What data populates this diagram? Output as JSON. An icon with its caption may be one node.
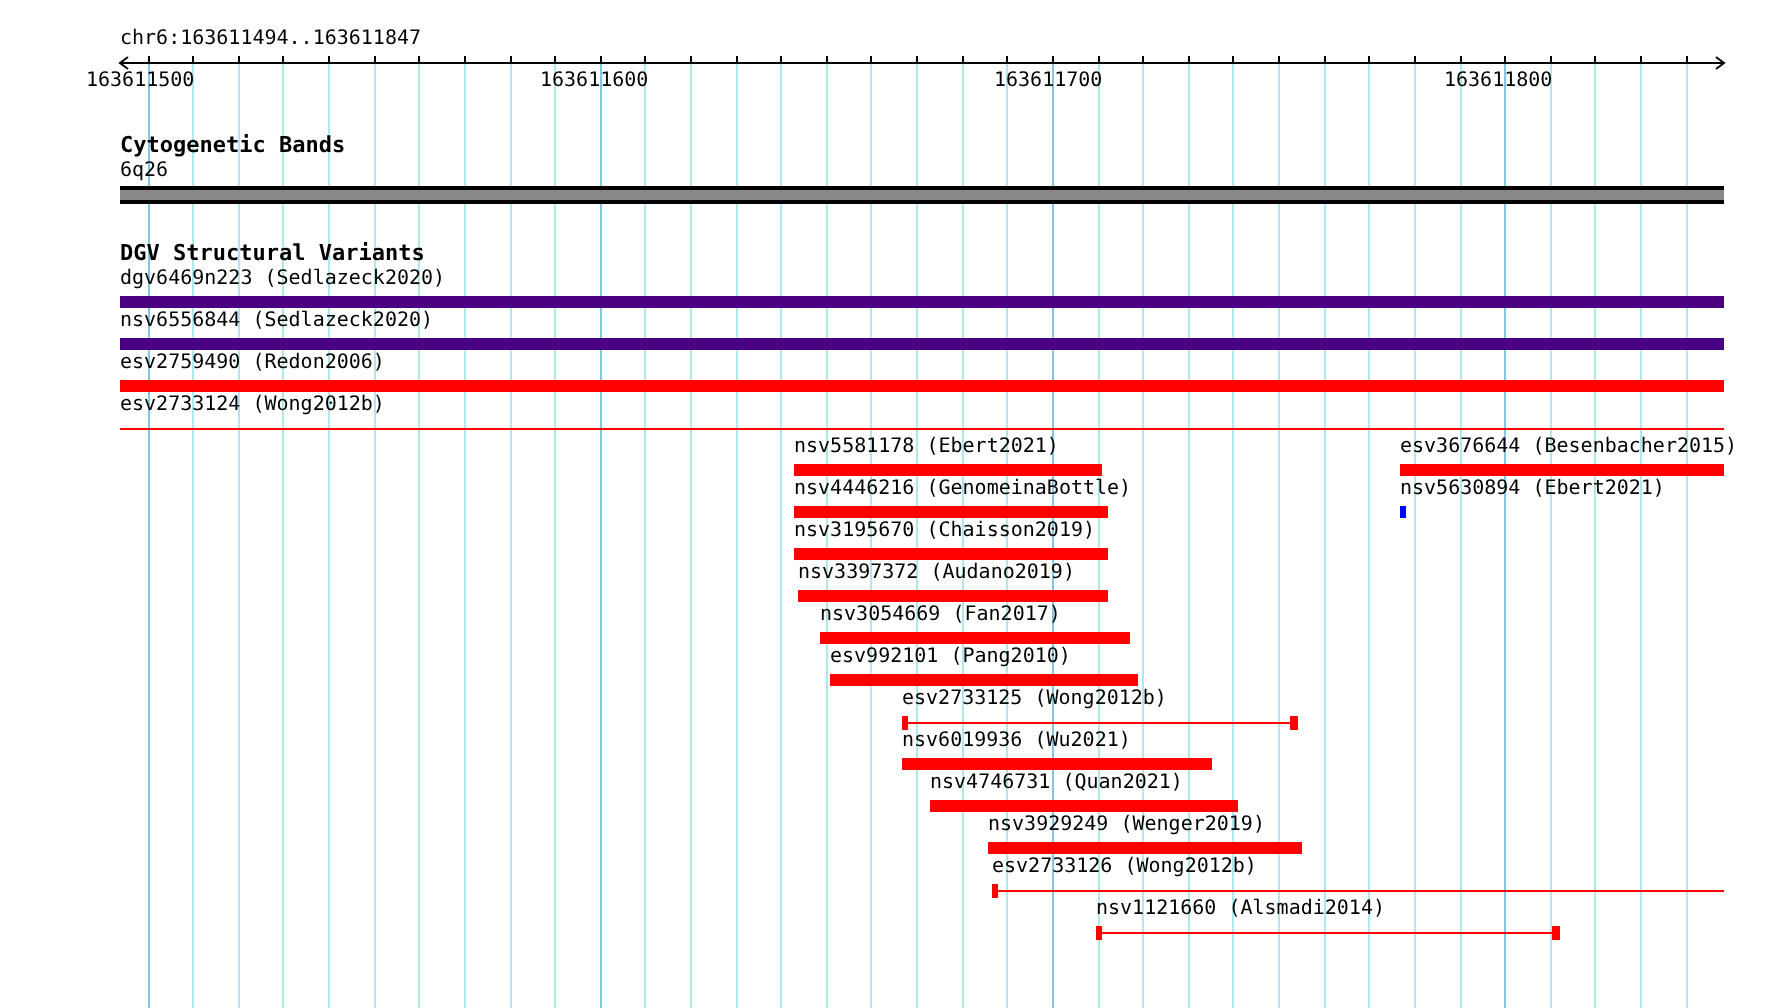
{
  "diagram": {
    "title": "chr6:163611494..163611847",
    "nodes": [
      {
        "text": [
          "6q26"
        ]
      },
      {
        "text": [
          "dgv6469n223 (Sedlazeck2020)"
        ]
      },
      {
        "text": [
          "nsv6556844 (Sedlazeck2020)"
        ]
      },
      {
        "text": [
          "esv2759490 (Redon2006)"
        ]
      },
      {
        "text": [
          "esv2733124 (Wong2012b)"
        ]
      },
      {
        "text": [
          "nsv5581178 (Ebert2021)"
        ]
      },
      {
        "text": [
          "esv3676644 (Besenbacher2015)"
        ]
      },
      {
        "text": [
          "nsv4446216 (GenomeinaBottle)"
        ]
      },
      {
        "text": [
          "nsv5630894 (Ebert2021)"
        ]
      },
      {
        "text": [
          "nsv3195670 (Chaisson2019)"
        ]
      },
      {
        "text": [
          "nsv3397372 (Audano2019)"
        ]
      },
      {
        "text": [
          "nsv3054669 (Fan2017)"
        ]
      },
      {
        "text": [
          "esv992101 (Pang2010)"
        ]
      },
      {
        "text": [
          "esv2733125 (Wong2012b)"
        ]
      },
      {
        "text": [
          "nsv6019936 (Wu2021)"
        ]
      },
      {
        "text": [
          "nsv4746731 (Quan2021)"
        ]
      },
      {
        "text": [
          "nsv3929249 (Wenger2019)"
        ]
      },
      {
        "text": [
          "esv2733126 (Wong2012b)"
        ]
      },
      {
        "text": [
          "nsv1121660 (Alsmadi2014)"
        ]
      }
    ],
    "labels": [
      "163611500",
      "163611600",
      "163611700",
      "163611800",
      "Cytogenetic Bands",
      "DGV Structural Variants"
    ]
  }
}
